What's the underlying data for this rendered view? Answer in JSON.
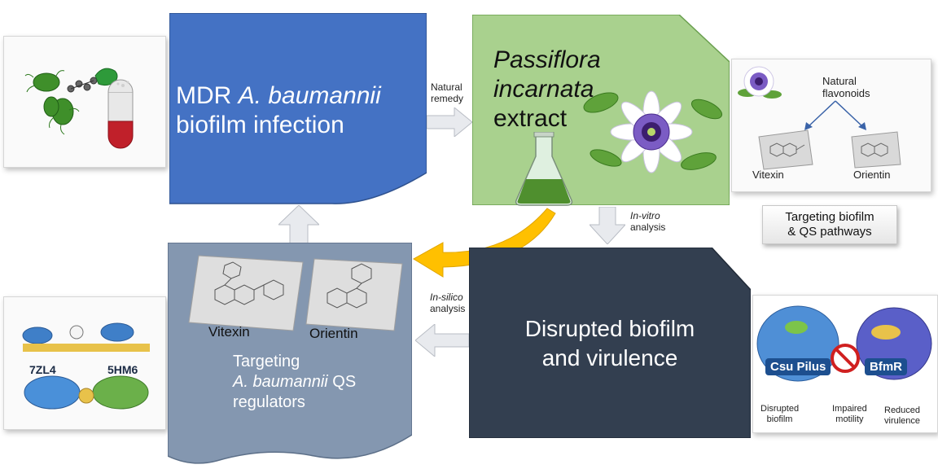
{
  "boxes": {
    "infection": {
      "line1_plain": "MDR ",
      "line1_italic": "A. baumannii",
      "line2": "biofilm infection"
    },
    "extract": {
      "line1": "Passiflora",
      "line2": "incarnata",
      "line3": "extract"
    },
    "disrupted": {
      "line1": "Disrupted biofilm",
      "line2": "and virulence"
    },
    "targeting": {
      "line1": "Targeting",
      "line2_italic": "A. baumannii",
      "line2_plain": " QS",
      "line3": "regulators",
      "mol1": "Vitexin",
      "mol2": "Orientin"
    }
  },
  "arrow_labels": {
    "natural_remedy_1": "Natural",
    "natural_remedy_2": "remedy",
    "in_vitro_1": "In-vitro",
    "in_vitro_2": "analysis",
    "in_silico_1": "In-silico",
    "in_silico_2": "analysis"
  },
  "flavonoid_panel": {
    "title_1": "Natural",
    "title_2": "flavonoids",
    "mol1": "Vitexin",
    "mol2": "Orientin",
    "tag_1": "Targeting biofilm",
    "tag_2": "& QS pathways"
  },
  "protein_left_panel": {
    "label1": "7ZL4",
    "label2": "5HM6"
  },
  "protein_right_panel": {
    "label1": "Csu Pilus",
    "label2": "BfmR",
    "effect1_1": "Disrupted",
    "effect1_2": "biofilm",
    "effect2_1": "Impaired",
    "effect2_2": "motility",
    "effect3_1": "Reduced",
    "effect3_2": "virulence"
  },
  "colors": {
    "infection_box": "#4472c4",
    "extract_box": "#a9d18e",
    "disrupted_box": "#333f50",
    "targeting_box": "#8497b0",
    "feedback_arrow": "#ffc000"
  }
}
